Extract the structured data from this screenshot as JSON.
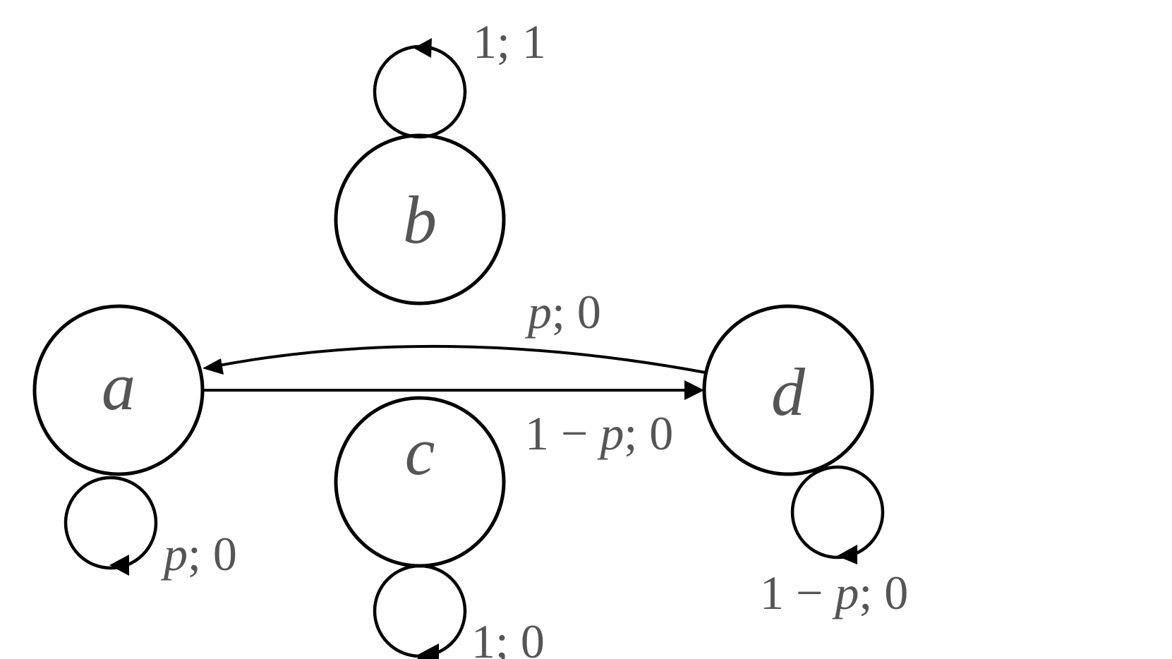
{
  "nodes": {
    "a": {
      "label": "a"
    },
    "b": {
      "label": "b"
    },
    "c": {
      "label": "c"
    },
    "d": {
      "label": "d"
    }
  },
  "edges": {
    "a_self": {
      "from": "a",
      "to": "a",
      "label": "p; 0",
      "label_parts": [
        "p",
        "; 0"
      ]
    },
    "b_self": {
      "from": "b",
      "to": "b",
      "label": "1; 1"
    },
    "c_self": {
      "from": "c",
      "to": "c",
      "label": "1; 0"
    },
    "d_self": {
      "from": "d",
      "to": "d",
      "label": "1 − p; 0",
      "label_parts": [
        "1 − ",
        "p",
        "; 0"
      ]
    },
    "d_to_a": {
      "from": "d",
      "to": "a",
      "label": "p; 0",
      "label_parts": [
        "p",
        "; 0"
      ]
    },
    "a_to_d": {
      "from": "a",
      "to": "d",
      "label": "1 − p; 0",
      "label_parts": [
        "1 − ",
        "p",
        "; 0"
      ]
    }
  }
}
